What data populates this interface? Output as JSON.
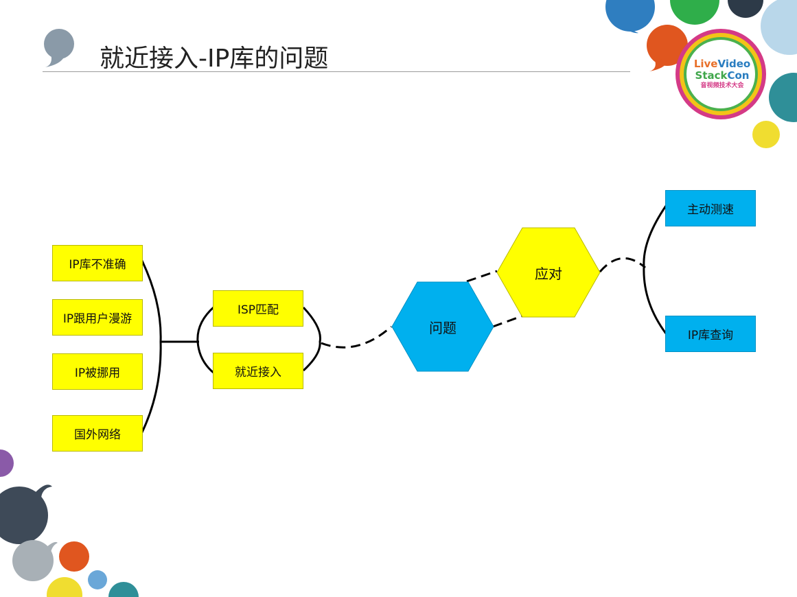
{
  "title": "就近接入-IP库的问题",
  "logo": {
    "line1a": "Live",
    "line1b": "Video",
    "line2a": "Stack",
    "line2b": "Con",
    "line3": "音视频技术大会"
  },
  "nodes": {
    "ip_inaccurate": "IP库不准确",
    "ip_roaming": "IP跟用户漫游",
    "ip_misused": "IP被挪用",
    "foreign_network": "国外网络",
    "isp_match": "ISP匹配",
    "nearby_access": "就近接入",
    "problem": "问题",
    "response": "应对",
    "active_speedtest": "主动测速",
    "ip_lookup": "IP库查询"
  },
  "colors": {
    "yellow": "#ffff00",
    "blue": "#00b0ee",
    "connector": "#000000"
  }
}
